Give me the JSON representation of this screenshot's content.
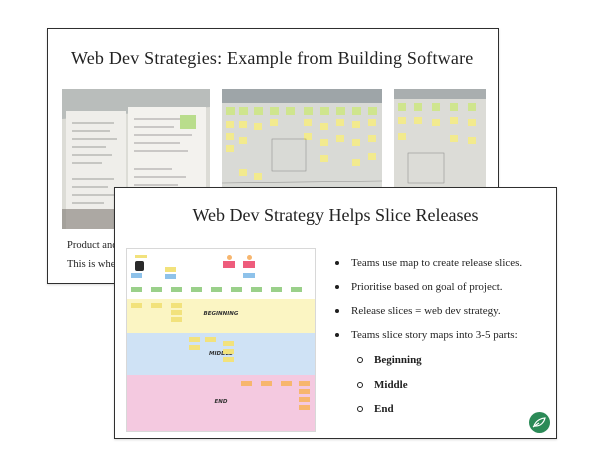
{
  "back_slide": {
    "title": "Web Dev Strategies: Example from Building Software",
    "line1": "Product and",
    "line2": "This is whe"
  },
  "front_slide": {
    "title": "Web Dev Strategy Helps Slice Releases",
    "story_map": {
      "bands": [
        {
          "label": "BEGINNING"
        },
        {
          "label": "MIDDLE"
        },
        {
          "label": "END"
        }
      ]
    },
    "bullets": [
      "Teams use map to create release slices.",
      "Prioritise based on goal of project.",
      "Release slices = web dev strategy.",
      "Teams slice story maps into 3-5 parts:"
    ],
    "sub_bullets": [
      "Beginning",
      "Middle",
      "End"
    ],
    "logo_icon": "leaf-logo-icon"
  },
  "colors": {
    "beginning_band": "#fbf5c3",
    "middle_band": "#cfe2f5",
    "end_band": "#f4c9e0",
    "logo": "#2b8a57"
  }
}
